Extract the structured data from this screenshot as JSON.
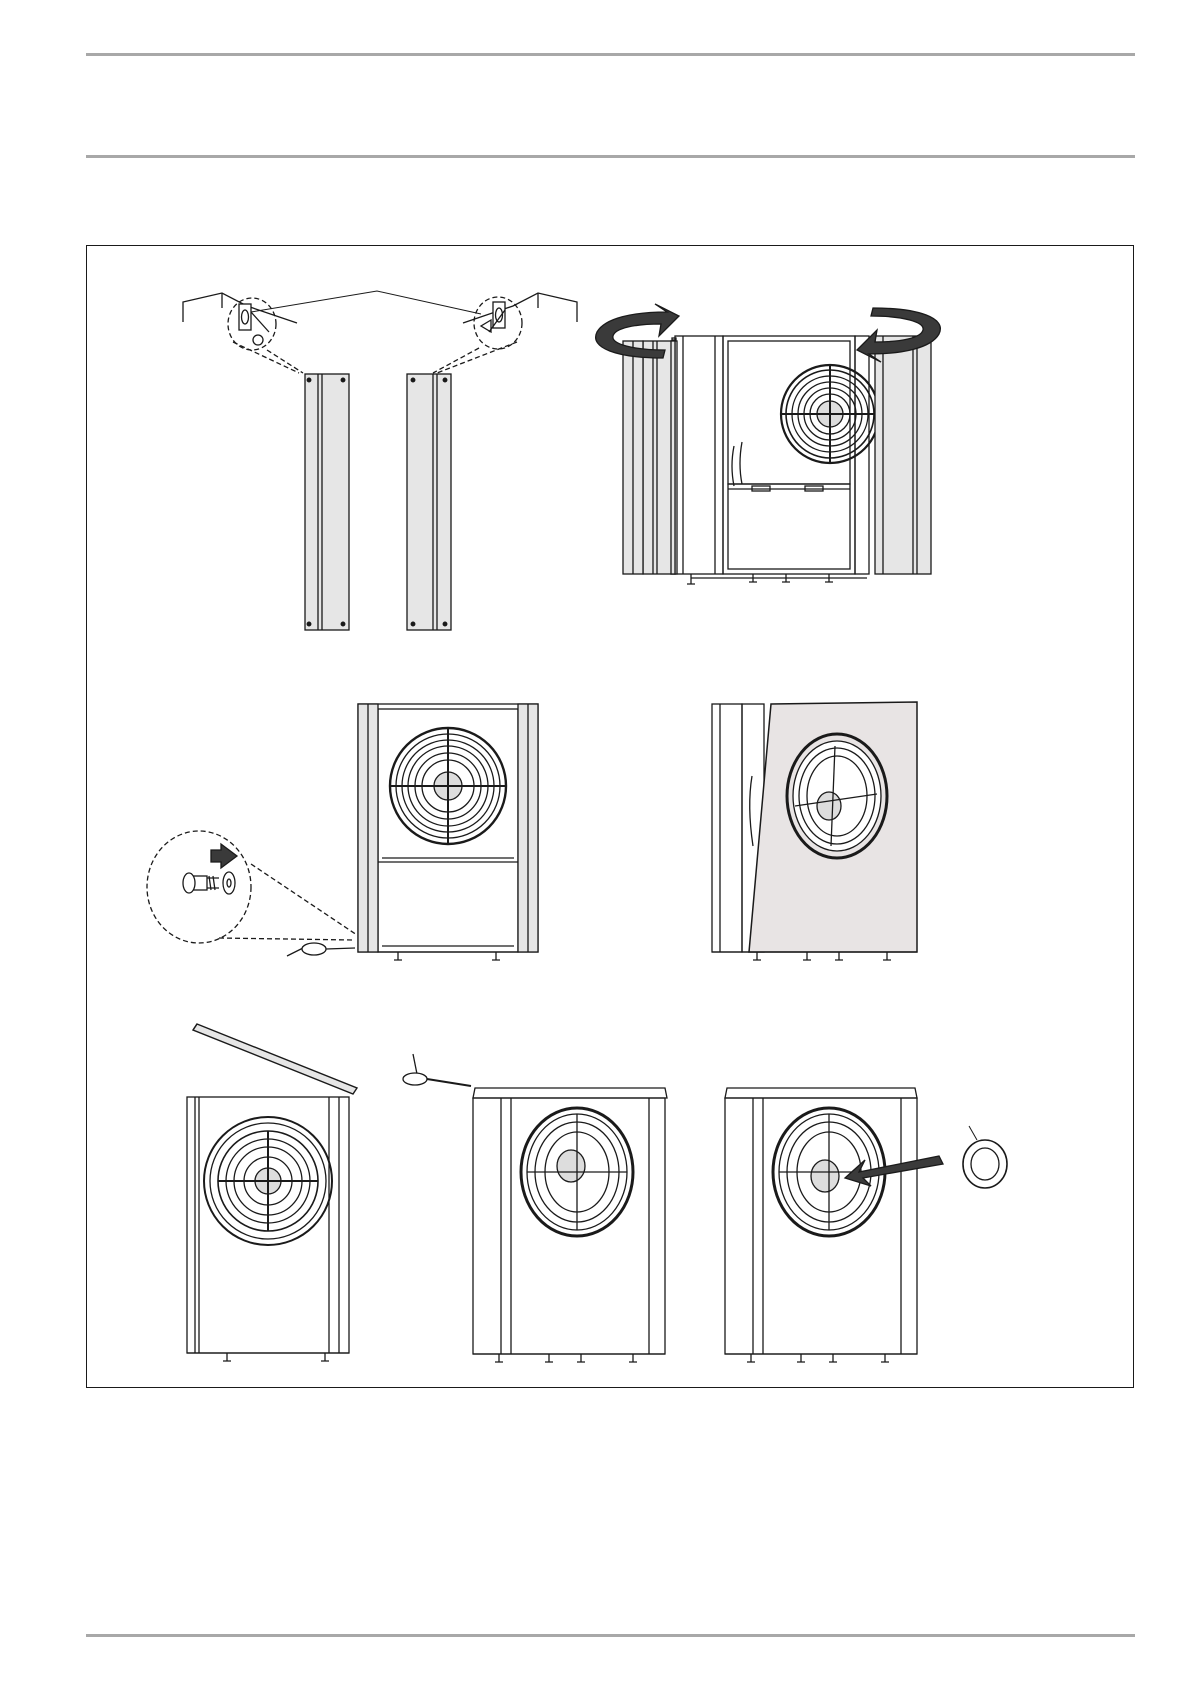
{
  "page": {
    "header_rules": 2,
    "footer_rules": 1
  },
  "figure": {
    "panel_count": 7,
    "panels": [
      {
        "id": "side-panel-clips",
        "icon": "panel-clip-detail-icon"
      },
      {
        "id": "remove-side-panels",
        "icon": "rotate-arrow-icon"
      },
      {
        "id": "remove-front-screw",
        "icon": "screw-washer-icon"
      },
      {
        "id": "tilt-front-panel",
        "icon": "front-panel-icon"
      },
      {
        "id": "remove-top-cover",
        "icon": "top-cover-icon"
      },
      {
        "id": "screwdriver-top",
        "icon": "screwdriver-icon"
      },
      {
        "id": "fit-cap-ring",
        "icon": "cap-ring-icon"
      }
    ],
    "colors": {
      "line": "#1a1a1a",
      "panel_fill": "#e6e6e6",
      "tilted_panel_fill": "#e8e4e4",
      "arrow_fill": "#3a3a3a",
      "rule": "#a8a8a8"
    }
  }
}
